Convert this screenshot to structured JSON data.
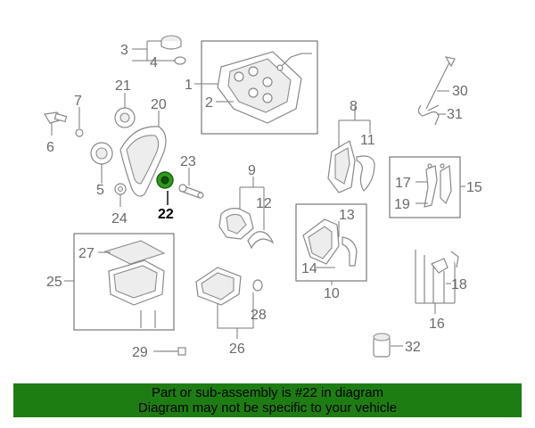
{
  "callouts": {
    "c1": "1",
    "c2": "2",
    "c3": "3",
    "c4": "4",
    "c5": "5",
    "c6": "6",
    "c7": "7",
    "c8": "8",
    "c9": "9",
    "c10": "10",
    "c11": "11",
    "c12": "12",
    "c13": "13",
    "c14": "14",
    "c15": "15",
    "c16": "16",
    "c17": "17",
    "c18": "18",
    "c19": "19",
    "c20": "20",
    "c21": "21",
    "c22": "22",
    "c23": "23",
    "c24": "24",
    "c25": "25",
    "c26": "26",
    "c27": "27",
    "c28": "28",
    "c29": "29",
    "c30": "30",
    "c31": "31",
    "c32": "32"
  },
  "highlighted_part": "22",
  "colors": {
    "banner": "#1e7d12",
    "highlight_part": "#2e9b1c",
    "lines": "#777777",
    "labels": "#6a6a6a"
  },
  "banner": {
    "line1": "Part or sub-assembly is #22 in diagram",
    "line2": "Diagram may not be specific to your vehicle"
  }
}
